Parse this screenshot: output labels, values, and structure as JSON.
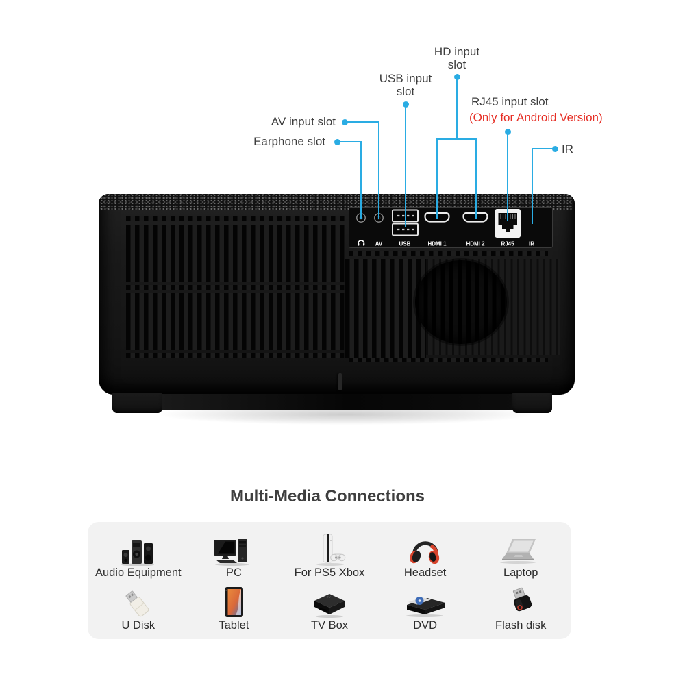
{
  "callouts": {
    "hd": {
      "line1": "HD input",
      "line2": "slot"
    },
    "usb": {
      "line1": "USB input",
      "line2": "slot"
    },
    "av": {
      "label": "AV input slot"
    },
    "earphone": {
      "label": "Earphone slot"
    },
    "rj45": {
      "label": "RJ45 input slot",
      "note": "(Only for Android Version)"
    },
    "ir": {
      "label": "IR"
    }
  },
  "port_panel": {
    "headphone_icon": "headphone-icon",
    "av": "AV",
    "usb": "USB",
    "hdmi1": "HDMI 1",
    "hdmi2": "HDMI 2",
    "rj45": "RJ45",
    "ir": "IR"
  },
  "section_title": "Multi-Media Connections",
  "devices": [
    {
      "label": "Audio Equipment",
      "icon": "audio-equipment-icon"
    },
    {
      "label": "PC",
      "icon": "pc-icon"
    },
    {
      "label": "For PS5 Xbox",
      "icon": "game-console-icon"
    },
    {
      "label": "Headset",
      "icon": "headset-icon"
    },
    {
      "label": "Laptop",
      "icon": "laptop-icon"
    },
    {
      "label": "U Disk",
      "icon": "u-disk-icon"
    },
    {
      "label": "Tablet",
      "icon": "tablet-icon"
    },
    {
      "label": "TV Box",
      "icon": "tv-box-icon"
    },
    {
      "label": "DVD",
      "icon": "dvd-icon"
    },
    {
      "label": "Flash disk",
      "icon": "flash-disk-icon"
    }
  ],
  "colors": {
    "accent_cyan": "#2aace3",
    "warning_red": "#e62e25",
    "label_text": "#3d3d3d",
    "devices_panel_bg": "#f2f2f2",
    "projector_body": "#1a1a1a"
  }
}
